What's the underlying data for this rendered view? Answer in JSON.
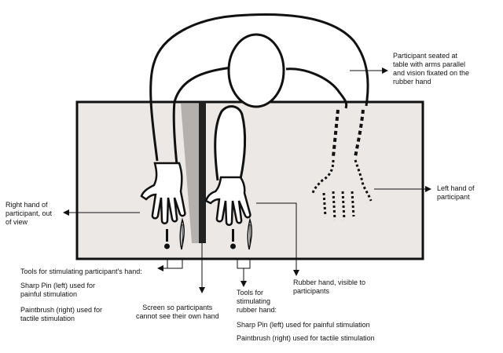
{
  "labels": {
    "participant_seated": [
      "Participant seated at",
      "table with arms parallel",
      "and vision fixated on the",
      "rubber hand"
    ],
    "right_hand": [
      "Right hand of",
      "participant, out",
      "of view"
    ],
    "left_hand": [
      "Left hand of",
      "participant"
    ],
    "tools_participant": "Tools for stimulating participant's hand:",
    "sharp_pin_participant": [
      "Sharp Pin (left) used for",
      "painful stimulation"
    ],
    "paintbrush_participant": [
      "Paintbrush (right) used for",
      "tactile stimulation"
    ],
    "screen": [
      "Screen so participants",
      "cannot see their own hand"
    ],
    "tools_rubber": [
      "Tools for",
      "stimulating",
      "rubber hand:"
    ],
    "rubber_hand": [
      "Rubber hand, visible to",
      "participants"
    ],
    "sharp_pin_rubber": "Sharp Pin (left) used for painful stimulation",
    "paintbrush_rubber": "Paintbrush (right) used for tactile stimulation"
  },
  "colors": {
    "ink": "#111111",
    "table_fill": "#ece8e6",
    "screen_shadow": "#b3b0ae",
    "screen": "#222222"
  }
}
